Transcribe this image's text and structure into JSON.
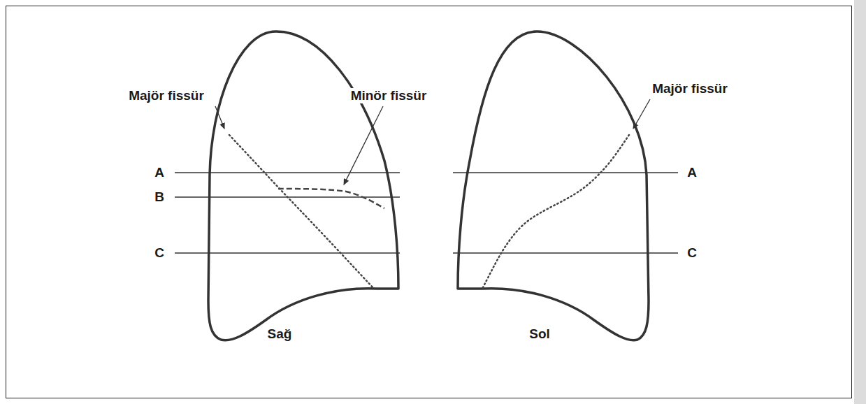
{
  "diagram": {
    "labels": [
      "Majör fissür",
      "Minör fissür",
      "Majör fissür",
      "A",
      "B",
      "C",
      "A",
      "C",
      "Sağ",
      "Sol"
    ]
  }
}
